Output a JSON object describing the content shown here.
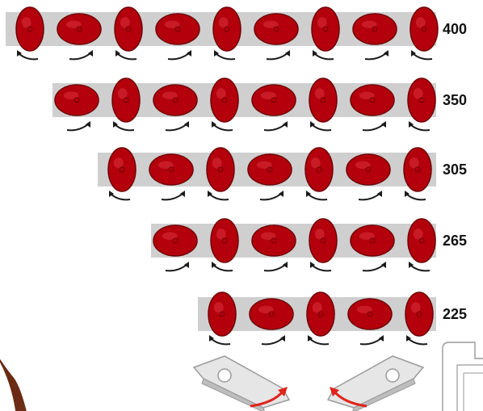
{
  "colors": {
    "bar": "#cfcfcf",
    "blade": "#b3000c",
    "blade_dark": "#6e0006",
    "arrow": "#1a1a1a",
    "plate": "#bdbdbd",
    "rotation_arrow": "#e0241b",
    "line_art": "#9a9a9a",
    "tangle": "#6b2a12"
  },
  "rows": [
    {
      "label": "400",
      "blade_count": 9
    },
    {
      "label": "350",
      "blade_count": 8
    },
    {
      "label": "305",
      "blade_count": 7
    },
    {
      "label": "265",
      "blade_count": 6
    },
    {
      "label": "225",
      "blade_count": 5
    }
  ],
  "icons": {
    "blade": "oval-red-blade-icon",
    "rotation": "curved-arrow-icon",
    "mower_blade": "flail-blade-icon"
  }
}
